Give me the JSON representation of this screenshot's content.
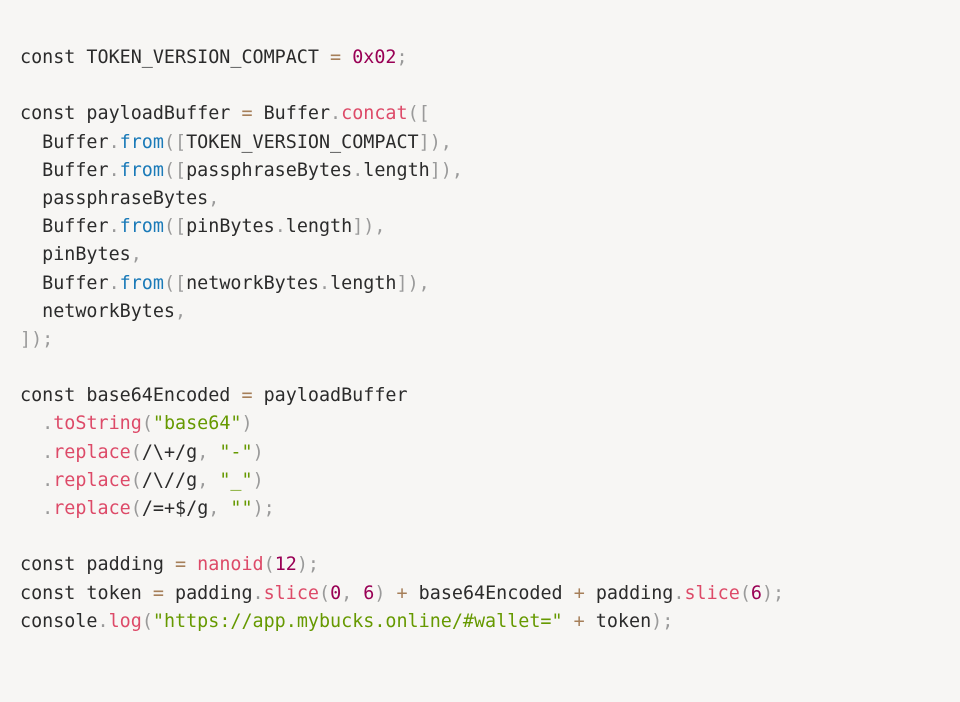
{
  "code": {
    "colors": {
      "plain": "#2b2b2b",
      "punct": "#9a9a9a",
      "op": "#a67f59",
      "num": "#990055",
      "str": "#669900",
      "fn": "#dd4a68",
      "prop": "#1a7ab8"
    },
    "lines": [
      [
        {
          "t": "const TOKEN_VERSION_COMPACT ",
          "c": "plain"
        },
        {
          "t": "=",
          "c": "op"
        },
        {
          "t": " ",
          "c": "plain"
        },
        {
          "t": "0x02",
          "c": "num"
        },
        {
          "t": ";",
          "c": "punct"
        }
      ],
      [],
      [
        {
          "t": "const payloadBuffer ",
          "c": "plain"
        },
        {
          "t": "=",
          "c": "op"
        },
        {
          "t": " Buffer",
          "c": "plain"
        },
        {
          "t": ".",
          "c": "punct"
        },
        {
          "t": "concat",
          "c": "fn"
        },
        {
          "t": "([",
          "c": "punct"
        }
      ],
      [
        {
          "t": "  Buffer",
          "c": "plain"
        },
        {
          "t": ".",
          "c": "punct"
        },
        {
          "t": "from",
          "c": "prop"
        },
        {
          "t": "([",
          "c": "punct"
        },
        {
          "t": "TOKEN_VERSION_COMPACT",
          "c": "plain"
        },
        {
          "t": "]),",
          "c": "punct"
        }
      ],
      [
        {
          "t": "  Buffer",
          "c": "plain"
        },
        {
          "t": ".",
          "c": "punct"
        },
        {
          "t": "from",
          "c": "prop"
        },
        {
          "t": "([",
          "c": "punct"
        },
        {
          "t": "passphraseBytes",
          "c": "plain"
        },
        {
          "t": ".",
          "c": "punct"
        },
        {
          "t": "length",
          "c": "plain"
        },
        {
          "t": "]),",
          "c": "punct"
        }
      ],
      [
        {
          "t": "  passphraseBytes",
          "c": "plain"
        },
        {
          "t": ",",
          "c": "punct"
        }
      ],
      [
        {
          "t": "  Buffer",
          "c": "plain"
        },
        {
          "t": ".",
          "c": "punct"
        },
        {
          "t": "from",
          "c": "prop"
        },
        {
          "t": "([",
          "c": "punct"
        },
        {
          "t": "pinBytes",
          "c": "plain"
        },
        {
          "t": ".",
          "c": "punct"
        },
        {
          "t": "length",
          "c": "plain"
        },
        {
          "t": "]),",
          "c": "punct"
        }
      ],
      [
        {
          "t": "  pinBytes",
          "c": "plain"
        },
        {
          "t": ",",
          "c": "punct"
        }
      ],
      [
        {
          "t": "  Buffer",
          "c": "plain"
        },
        {
          "t": ".",
          "c": "punct"
        },
        {
          "t": "from",
          "c": "prop"
        },
        {
          "t": "([",
          "c": "punct"
        },
        {
          "t": "networkBytes",
          "c": "plain"
        },
        {
          "t": ".",
          "c": "punct"
        },
        {
          "t": "length",
          "c": "plain"
        },
        {
          "t": "]),",
          "c": "punct"
        }
      ],
      [
        {
          "t": "  networkBytes",
          "c": "plain"
        },
        {
          "t": ",",
          "c": "punct"
        }
      ],
      [
        {
          "t": "]);",
          "c": "punct"
        }
      ],
      [],
      [
        {
          "t": "const base64Encoded ",
          "c": "plain"
        },
        {
          "t": "=",
          "c": "op"
        },
        {
          "t": " payloadBuffer",
          "c": "plain"
        }
      ],
      [
        {
          "t": "  ",
          "c": "plain"
        },
        {
          "t": ".",
          "c": "punct"
        },
        {
          "t": "toString",
          "c": "fn"
        },
        {
          "t": "(",
          "c": "punct"
        },
        {
          "t": "\"base64\"",
          "c": "str"
        },
        {
          "t": ")",
          "c": "punct"
        }
      ],
      [
        {
          "t": "  ",
          "c": "plain"
        },
        {
          "t": ".",
          "c": "punct"
        },
        {
          "t": "replace",
          "c": "fn"
        },
        {
          "t": "(",
          "c": "punct"
        },
        {
          "t": "/\\+/g",
          "c": "plain"
        },
        {
          "t": ",",
          "c": "punct"
        },
        {
          "t": " ",
          "c": "plain"
        },
        {
          "t": "\"-\"",
          "c": "str"
        },
        {
          "t": ")",
          "c": "punct"
        }
      ],
      [
        {
          "t": "  ",
          "c": "plain"
        },
        {
          "t": ".",
          "c": "punct"
        },
        {
          "t": "replace",
          "c": "fn"
        },
        {
          "t": "(",
          "c": "punct"
        },
        {
          "t": "/\\//g",
          "c": "plain"
        },
        {
          "t": ",",
          "c": "punct"
        },
        {
          "t": " ",
          "c": "plain"
        },
        {
          "t": "\"_\"",
          "c": "str"
        },
        {
          "t": ")",
          "c": "punct"
        }
      ],
      [
        {
          "t": "  ",
          "c": "plain"
        },
        {
          "t": ".",
          "c": "punct"
        },
        {
          "t": "replace",
          "c": "fn"
        },
        {
          "t": "(",
          "c": "punct"
        },
        {
          "t": "/=+$/g",
          "c": "plain"
        },
        {
          "t": ",",
          "c": "punct"
        },
        {
          "t": " ",
          "c": "plain"
        },
        {
          "t": "\"\"",
          "c": "str"
        },
        {
          "t": ");",
          "c": "punct"
        }
      ],
      [],
      [
        {
          "t": "const padding ",
          "c": "plain"
        },
        {
          "t": "=",
          "c": "op"
        },
        {
          "t": " ",
          "c": "plain"
        },
        {
          "t": "nanoid",
          "c": "fn"
        },
        {
          "t": "(",
          "c": "punct"
        },
        {
          "t": "12",
          "c": "num"
        },
        {
          "t": ");",
          "c": "punct"
        }
      ],
      [
        {
          "t": "const token ",
          "c": "plain"
        },
        {
          "t": "=",
          "c": "op"
        },
        {
          "t": " padding",
          "c": "plain"
        },
        {
          "t": ".",
          "c": "punct"
        },
        {
          "t": "slice",
          "c": "fn"
        },
        {
          "t": "(",
          "c": "punct"
        },
        {
          "t": "0",
          "c": "num"
        },
        {
          "t": ",",
          "c": "punct"
        },
        {
          "t": " ",
          "c": "plain"
        },
        {
          "t": "6",
          "c": "num"
        },
        {
          "t": ")",
          "c": "punct"
        },
        {
          "t": " ",
          "c": "plain"
        },
        {
          "t": "+",
          "c": "op"
        },
        {
          "t": " base64Encoded ",
          "c": "plain"
        },
        {
          "t": "+",
          "c": "op"
        },
        {
          "t": " padding",
          "c": "plain"
        },
        {
          "t": ".",
          "c": "punct"
        },
        {
          "t": "slice",
          "c": "fn"
        },
        {
          "t": "(",
          "c": "punct"
        },
        {
          "t": "6",
          "c": "num"
        },
        {
          "t": ");",
          "c": "punct"
        }
      ],
      [
        {
          "t": "console",
          "c": "plain"
        },
        {
          "t": ".",
          "c": "punct"
        },
        {
          "t": "log",
          "c": "fn"
        },
        {
          "t": "(",
          "c": "punct"
        },
        {
          "t": "\"https://app.mybucks.online/#wallet=\"",
          "c": "str"
        },
        {
          "t": " ",
          "c": "plain"
        },
        {
          "t": "+",
          "c": "op"
        },
        {
          "t": " token",
          "c": "plain"
        },
        {
          "t": ");",
          "c": "punct"
        }
      ]
    ]
  }
}
